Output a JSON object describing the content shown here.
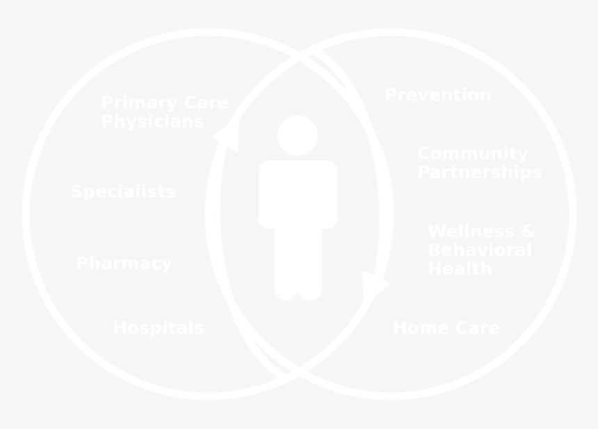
{
  "colors": {
    "background": "#f6f6f6",
    "foreground": "#ffffff"
  },
  "icons": {
    "person": "person-icon",
    "cycle": "cycle-arrows-icon"
  },
  "left_circle": {
    "labels": [
      {
        "line1": "Primary Care",
        "line2": "Physicians"
      },
      {
        "line1": "Specialists"
      },
      {
        "line1": "Pharmacy"
      },
      {
        "line1": "Hospitals"
      }
    ]
  },
  "right_circle": {
    "labels": [
      {
        "line1": "Prevention"
      },
      {
        "line1": "Community",
        "line2": "Partnerships"
      },
      {
        "line1": "Wellness &",
        "line2": "Behavioral",
        "line3": "Health"
      },
      {
        "line1": "Home Care"
      }
    ]
  }
}
